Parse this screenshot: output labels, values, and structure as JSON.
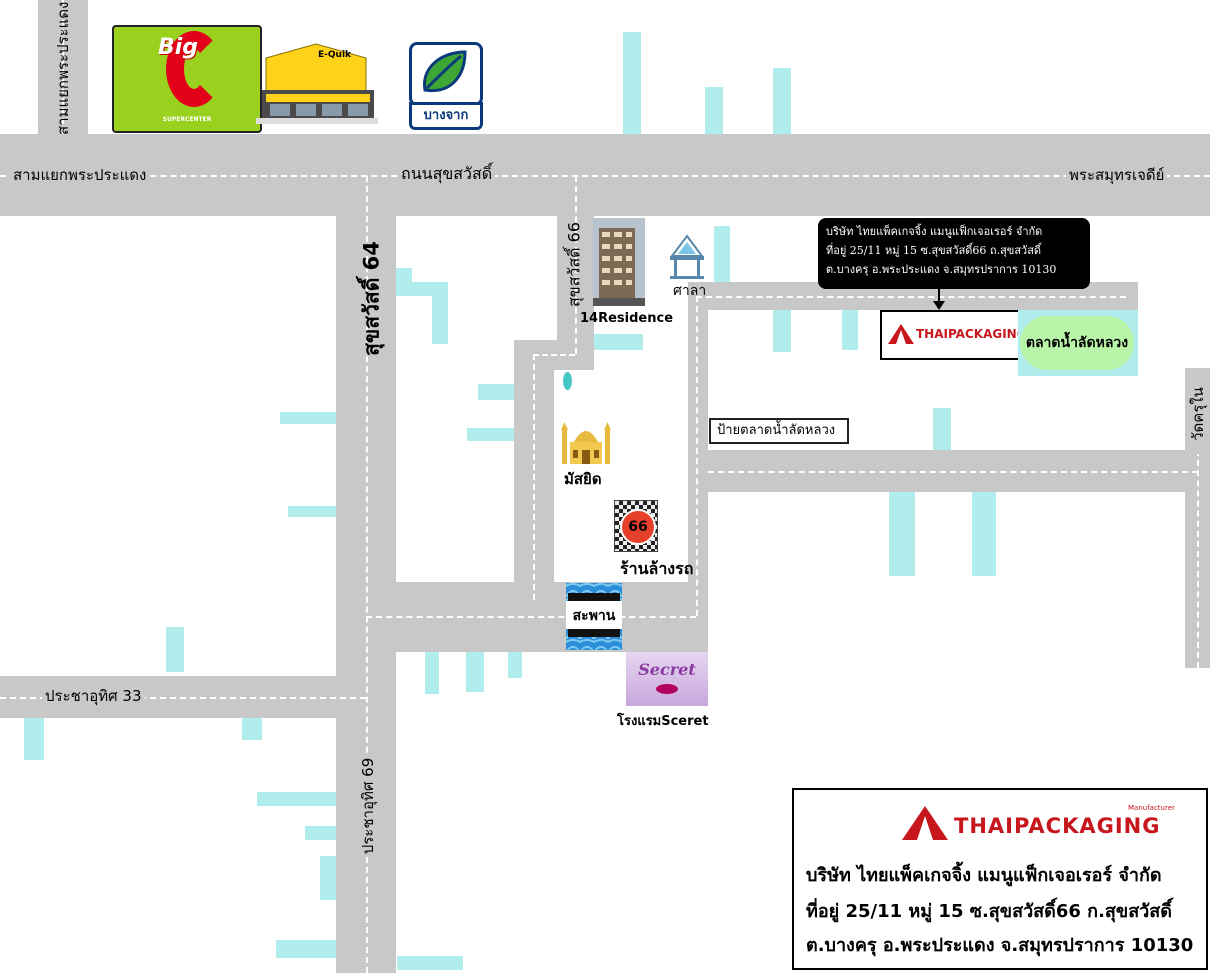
{
  "roads": {
    "main_left": "สามแยกพระประแดง",
    "main_center": "ถนนสุขสวัสดิ์",
    "main_right": "พระสมุทรเจดีย์",
    "vertical_top_left": "สามแยกพระประแดง",
    "soi_64": "สุขสวัสดิ์ 64",
    "soi_66": "สุขสวัสดิ์ 66",
    "pracha_33": "ประชาอุทิศ 33",
    "pracha_69": "ประชาอุทิศ 69",
    "wat_krai": "วัดครุใน"
  },
  "landmarks": {
    "bigc_brand": "Big",
    "bigc_sub": "SUPERCENTER",
    "equik": "E-Quik",
    "bangchak": "บางจาก",
    "residence": "14Residence",
    "sala": "ศาลา",
    "mosque": "มัสยิด",
    "carwash": "ร้านล้างรถ",
    "carwash_number": "66",
    "bridge": "สะพาน",
    "hotel": "โรงแรมSceret",
    "hotel_sign": "Secret",
    "market_sign": "ป้ายตลาดน้ำลัดหลวง",
    "floating_market": "ตลาดน้ำลัดหลวง"
  },
  "callout": {
    "line1": "บริษัท ไทยแพ็คเกจจิ้ง แมนูแฟ็กเจอเรอร์ จำกัด",
    "line2": "ที่อยู่ 25/11 หมู่ 15 ซ.สุขสวัสดิ์66 ถ.สุขสวัสดิ์",
    "line3": "ต.บางครุ อ.พระประแดง จ.สมุทรปราการ 10130"
  },
  "company": {
    "logo": "THAIPACKAGING",
    "logo_sub": "Manufacturer",
    "name": "บริษัท ไทยแพ็คเกจจิ้ง แมนูแฟ็กเจอเรอร์ จำกัด",
    "address1": "ที่อยู่ 25/11 หมู่ 15 ซ.สุขสวัสดิ์66 ก.สุขสวัสดิ์",
    "address2": "ต.บางครุ อ.พระประแดง จ.สมุทรปราการ 10130"
  },
  "colors": {
    "road": "#c8c8c8",
    "water": "#b2eded",
    "brand_red": "#c8161d",
    "market_green": "#b8f5a8",
    "bigc_green": "#9ad01e"
  }
}
